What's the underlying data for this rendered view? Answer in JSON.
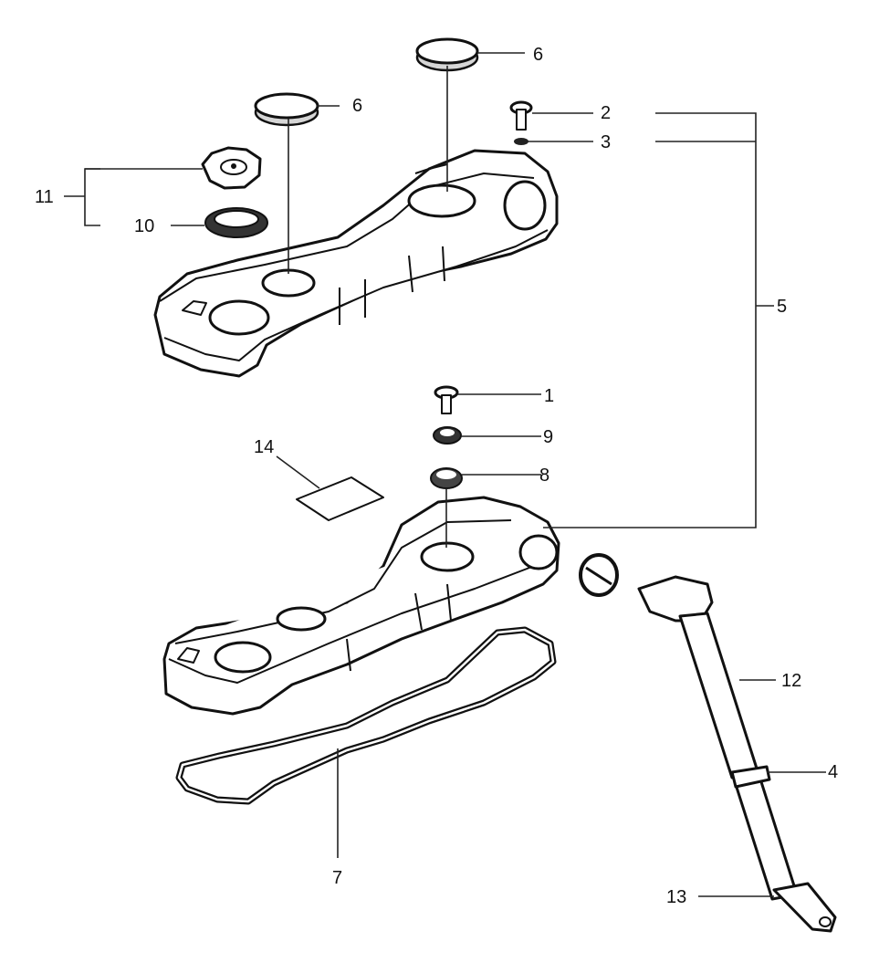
{
  "labels": {
    "p1": "1",
    "p2": "2",
    "p3": "3",
    "p4": "4",
    "p5": "5",
    "p6a": "6",
    "p6b": "6",
    "p7": "7",
    "p8": "8",
    "p9": "9",
    "p10": "10",
    "p11": "11",
    "p12": "12",
    "p13": "13",
    "p14": "14"
  }
}
